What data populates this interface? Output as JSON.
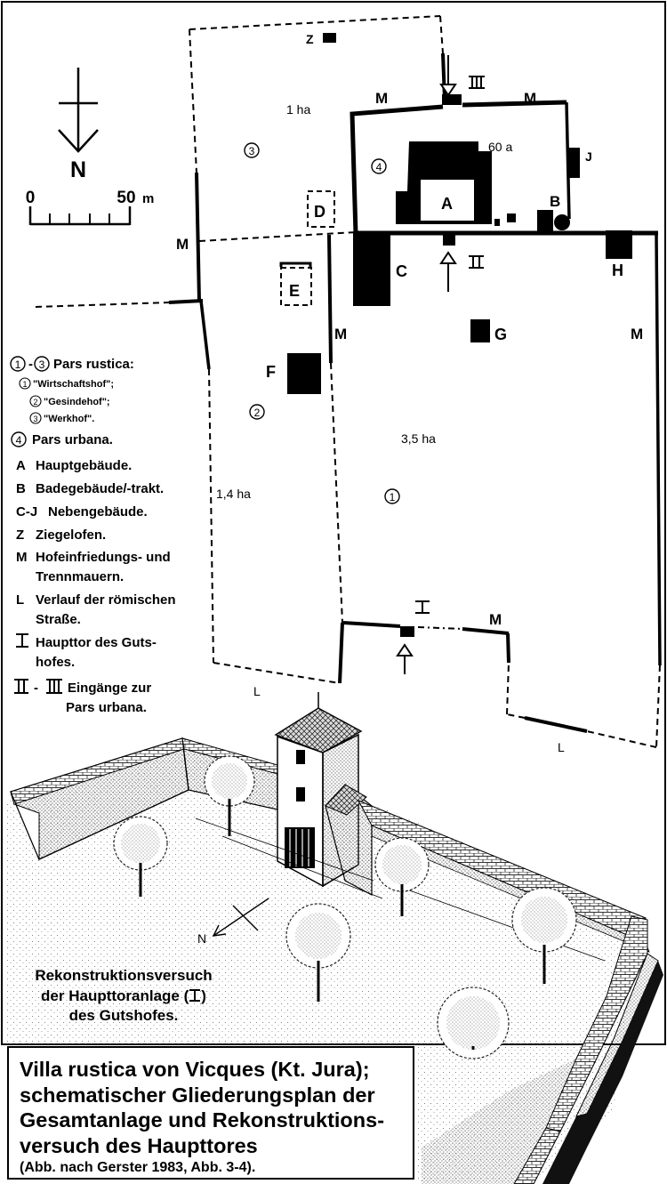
{
  "compass": {
    "letter": "N"
  },
  "scale": {
    "zero": "0",
    "end": "50",
    "unit": "m"
  },
  "areas": {
    "north": "1 ha",
    "urbana": "60 a",
    "east": "3,5 ha",
    "west": "1,4 ha"
  },
  "zone_numbers": {
    "z1": "1",
    "z2": "2",
    "z3": "3",
    "z4": "4"
  },
  "buildings": {
    "A": "A",
    "B": "B",
    "C": "C",
    "D": "D",
    "E": "E",
    "F": "F",
    "G": "G",
    "H": "H",
    "J": "J",
    "Z": "Z"
  },
  "walls": {
    "m": "M"
  },
  "roads": {
    "l": "L"
  },
  "gates": {
    "g1": "I",
    "g2": "II",
    "g3": "III"
  },
  "legend": {
    "pars_rustica_range_sep": "-",
    "pars_rustica": "Pars rustica:",
    "sub1": "\"Wirtschaftshof\";",
    "sub2": "\"Gesindehof\";",
    "sub3": "\"Werkhof\".",
    "pars_urbana": "Pars urbana.",
    "items": [
      {
        "key": "A",
        "text": "Hauptgebäude."
      },
      {
        "key": "B",
        "text": "Badegebäude/-trakt."
      },
      {
        "key": "C-J",
        "text": "Nebengebäude."
      },
      {
        "key": "Z",
        "text": "Ziegelofen."
      },
      {
        "key": "M",
        "text": "Hofeinfriedungs- und",
        "text2": "Trennmauern."
      },
      {
        "key": "L",
        "text": "Verlauf der römischen",
        "text2": "Straße."
      }
    ],
    "haupttor_1": "Haupttor des Guts-",
    "haupttor_2": "hofes.",
    "eingaenge_sep": "-",
    "eingaenge_1": "Eingänge zur",
    "eingaenge_2": "Pars urbana."
  },
  "reconstruction": {
    "line1": "Rekonstruktionsversuch",
    "line2a": "der Haupttoranlage (",
    "line2b": ")",
    "line3": "des Gutshofes."
  },
  "caption": {
    "line1": "Villa rustica von Vicques (Kt. Jura);",
    "line2": "schematischer Gliederungsplan der",
    "line3": "Gesamtanlage und Rekonstruktions-",
    "line4": "versuch des Haupttores",
    "source": "(Abb. nach Gerster 1983, Abb. 3-4)."
  }
}
